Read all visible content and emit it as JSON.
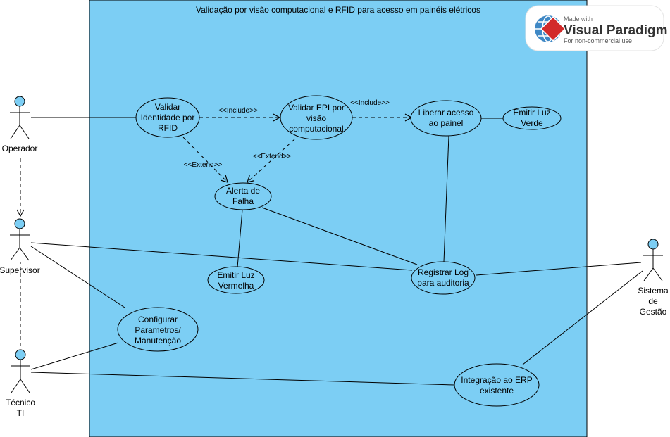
{
  "system": {
    "title": "Validação por visão computacional e RFID para acesso em painéis elétricos"
  },
  "actors": {
    "operador": [
      "Operador"
    ],
    "supervisor": [
      "Supervisor"
    ],
    "tecnico": [
      "Técnico",
      "TI"
    ],
    "sistema": [
      "Sistema",
      "de",
      "Gestão"
    ]
  },
  "use_cases": {
    "validar_rfid": [
      "Validar",
      "Identidade por",
      "RFID"
    ],
    "validar_epi": [
      "Validar EPI por",
      "visão",
      "computacional"
    ],
    "liberar": [
      "Liberar acesso",
      "ao painel"
    ],
    "luz_verde": [
      "Emitir Luz",
      "Verde"
    ],
    "alerta": [
      "Alerta de",
      "Falha"
    ],
    "luz_vermelha": [
      "Emitir Luz",
      "Vermelha"
    ],
    "log": [
      "Registrar Log",
      "para auditoria"
    ],
    "configurar": [
      "Configurar",
      "Parametros/",
      "Manutenção"
    ],
    "erp": [
      "Integração ao ERP",
      "existente"
    ]
  },
  "relations": {
    "include_1": "<<Include>>",
    "include_2": "<<Include>>",
    "extend_1": "<<Extend>>",
    "extend_2": "<<Extend>>"
  },
  "watermark": {
    "made_with": "Made with",
    "brand": "Visual Paradigm",
    "note": "For non-commercial use"
  },
  "colors": {
    "system_fill": "#7ccef4",
    "actor_head": "#7ccef4"
  }
}
